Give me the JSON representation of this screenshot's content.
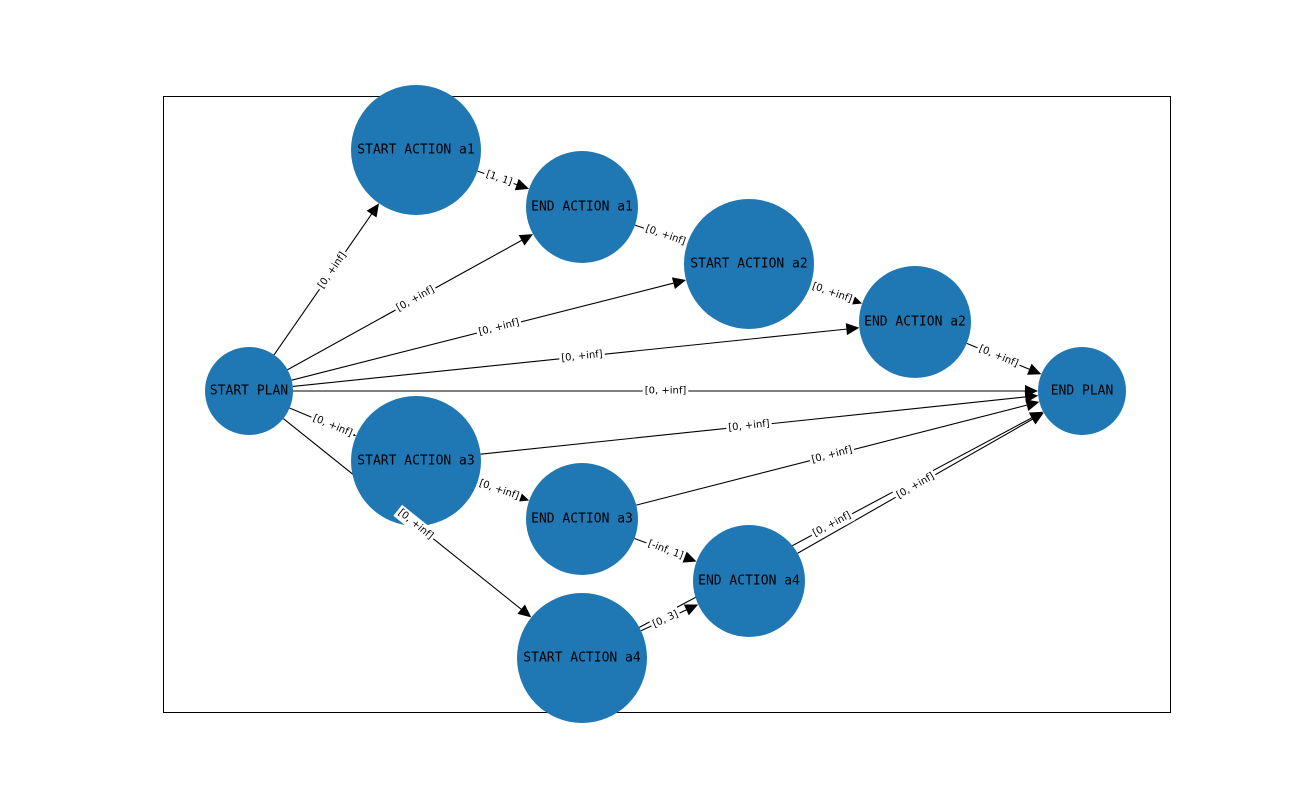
{
  "graph": {
    "node_color": "#1f77b4",
    "edge_color": "#000000",
    "frame_color": "#000000",
    "nodes": [
      {
        "id": "start_plan",
        "label": "START PLAN"
      },
      {
        "id": "start_a1",
        "label": "START ACTION a1"
      },
      {
        "id": "end_a1",
        "label": "END ACTION a1"
      },
      {
        "id": "start_a2",
        "label": "START ACTION a2"
      },
      {
        "id": "end_a2",
        "label": "END ACTION a2"
      },
      {
        "id": "end_plan",
        "label": "END PLAN"
      },
      {
        "id": "start_a3",
        "label": "START ACTION a3"
      },
      {
        "id": "end_a3",
        "label": "END ACTION a3"
      },
      {
        "id": "end_a4",
        "label": "END ACTION a4"
      },
      {
        "id": "start_a4",
        "label": "START ACTION a4"
      }
    ],
    "edges": [
      {
        "from": "start_plan",
        "to": "start_a1",
        "label": "[0, +inf]"
      },
      {
        "from": "start_plan",
        "to": "end_a1",
        "label": "[0, +inf]"
      },
      {
        "from": "start_plan",
        "to": "start_a2",
        "label": "[0, +inf]"
      },
      {
        "from": "start_plan",
        "to": "end_a2",
        "label": "[0, +inf]"
      },
      {
        "from": "start_plan",
        "to": "end_plan",
        "label": "[0, +inf]"
      },
      {
        "from": "start_plan",
        "to": "start_a3",
        "label": "[0, +inf]"
      },
      {
        "from": "start_plan",
        "to": "start_a4",
        "label": "[0, +inf]"
      },
      {
        "from": "start_a1",
        "to": "end_a1",
        "label": "[1, 1]"
      },
      {
        "from": "end_a1",
        "to": "start_a2",
        "label": "[0, +inf]"
      },
      {
        "from": "start_a2",
        "to": "end_a2",
        "label": "[0, +inf]"
      },
      {
        "from": "end_a2",
        "to": "end_plan",
        "label": "[0, +inf]"
      },
      {
        "from": "start_a3",
        "to": "end_plan",
        "label": "[0, +inf]"
      },
      {
        "from": "start_a3",
        "to": "end_a3",
        "label": "[0, +inf]"
      },
      {
        "from": "end_a3",
        "to": "end_plan",
        "label": "[0, +inf]"
      },
      {
        "from": "end_a3",
        "to": "end_a4",
        "label": "[-inf, 1]"
      },
      {
        "from": "start_a4",
        "to": "end_a4",
        "label": "[0, 3]"
      },
      {
        "from": "end_a4",
        "to": "end_plan",
        "label": "[0, +inf]"
      },
      {
        "from": "start_a4",
        "to": "end_plan",
        "label": "[0, +inf]"
      }
    ]
  }
}
